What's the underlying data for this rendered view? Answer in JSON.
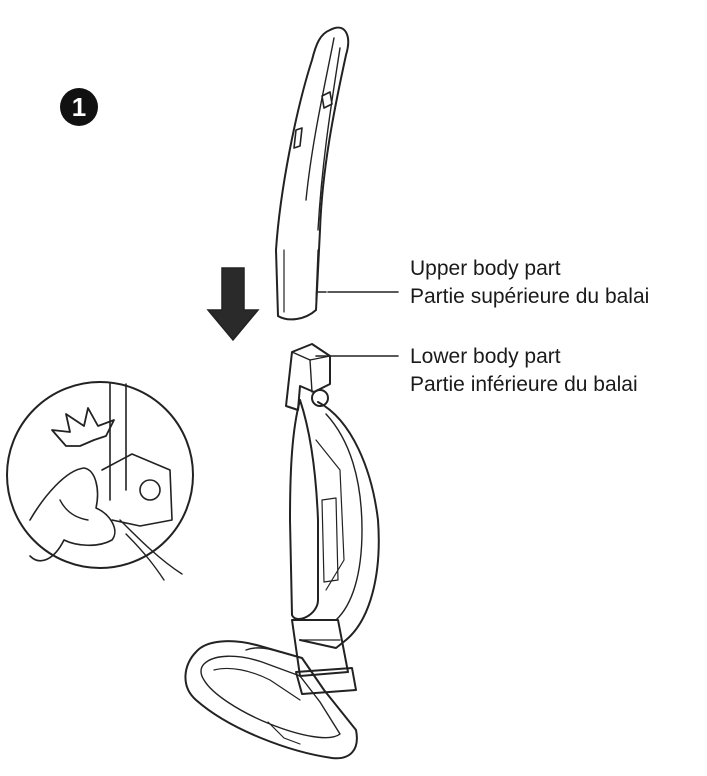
{
  "step": {
    "number": "1"
  },
  "labels": {
    "upper_en": "Upper body part",
    "upper_fr": "Partie supérieure du balai",
    "lower_en": "Lower body part",
    "lower_fr": "Partie inférieure du balai"
  },
  "icons": {
    "arrow": "down-arrow-icon",
    "click": "click-burst-icon"
  }
}
